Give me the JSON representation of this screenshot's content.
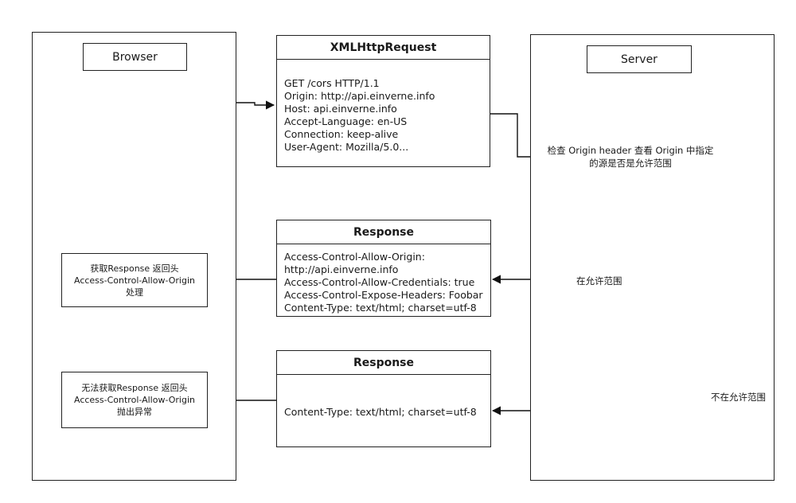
{
  "browser": {
    "label": "Browser"
  },
  "server": {
    "label": "Server"
  },
  "request": {
    "title": "XMLHttpRequest",
    "lines": [
      "GET /cors HTTP/1.1",
      "Origin: http://api.einverne.info",
      "Host: api.einverne.info",
      "Accept-Language: en-US",
      "Connection: keep-alive",
      "User-Agent: Mozilla/5.0..."
    ]
  },
  "decision": {
    "line1": "检查 Origin header 查看 Origin 中指定",
    "line2": "的源是否是允许范围"
  },
  "response_allowed": {
    "title": "Response",
    "lines": [
      "Access-Control-Allow-Origin:",
      "http://api.einverne.info",
      "Access-Control-Allow-Credentials: true",
      "Access-Control-Expose-Headers: Foobar",
      "Content-Type: text/html; charset=utf-8"
    ]
  },
  "response_denied": {
    "title": "Response",
    "lines": [
      "Content-Type: text/html; charset=utf-8"
    ]
  },
  "browser_success": {
    "line1": "获取Response 返回头",
    "line2": "Access-Control-Allow-Origin",
    "line3": "处理"
  },
  "browser_failure": {
    "line1": "无法获取Response 返回头",
    "line2": "Access-Control-Allow-Origin",
    "line3": "抛出异常"
  },
  "edges": {
    "allowed_label": "在允许范围",
    "denied_label": "不在允许范围"
  }
}
